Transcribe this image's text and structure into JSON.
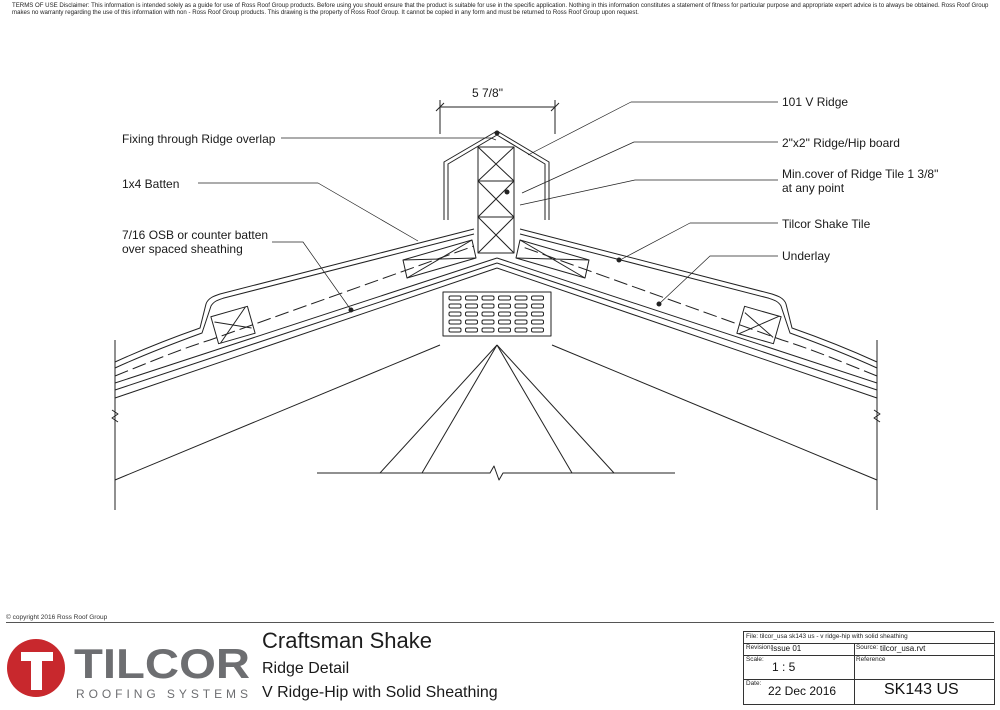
{
  "disclaimer": "TERMS OF USE Disclaimer: This information is intended solely as a guide for use of Ross Roof Group products. Before using you should ensure that the product is suitable for use in the specific application. Nothing in this information constitutes a statement of fitness for particular purpose and appropriate expert advice is to always be obtained. Ross Roof Group makes no warranty regarding the use of this information with non - Ross Roof Group products. This drawing is the property of Ross Roof Group. It cannot be copied in any form and must be returned to Ross Roof Group upon request.",
  "dimension": "5 7/8\"",
  "callouts": {
    "fixing": "Fixing through Ridge overlap",
    "batten": "1x4 Batten",
    "osb_line1": "7/16 OSB or counter batten",
    "osb_line2": "over spaced sheathing",
    "ridge": "101 V Ridge",
    "board": "2\"x2\" Ridge/Hip board",
    "mincover_line1": "Min.cover of Ridge Tile 1 3/8\"",
    "mincover_line2": "at any point",
    "shake_tile": "Tilcor Shake Tile",
    "underlay": "Underlay"
  },
  "copyright": "© copyright 2016 Ross Roof Group",
  "logo": {
    "name": "TILCOR",
    "tagline": "ROOFING SYSTEMS",
    "red": "#c8282d",
    "gray": "#6d6e71"
  },
  "title": "Craftsman Shake",
  "subtitle1": "Ridge Detail",
  "subtitle2": "V Ridge-Hip  with Solid Sheathing",
  "titleblock": {
    "file": "File: tilcor_usa sk143 us - v ridge-hip  with solid sheathing",
    "revision_label": "Revision:",
    "revision": "Issue 01",
    "source_label": "Source:",
    "source": "tilcor_usa.rvt",
    "scale_label": "Scale:",
    "scale": "1 : 5",
    "reference_label": "Reference",
    "date_label": "Date:",
    "date": "22 Dec 2016",
    "reference": "SK143 US"
  }
}
